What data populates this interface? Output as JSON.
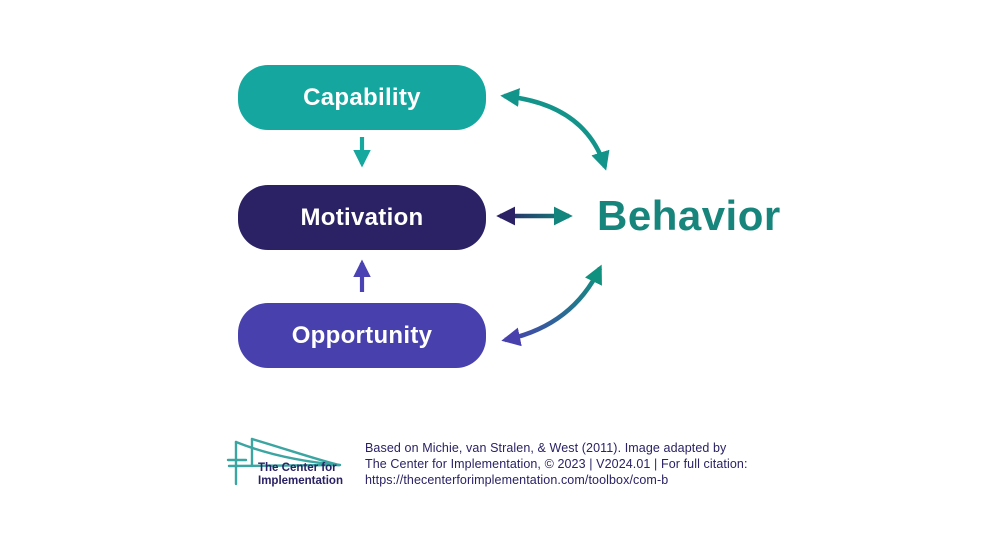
{
  "diagram": {
    "title_concept": "COM-B model",
    "boxes": [
      {
        "id": "capability",
        "label": "Capability",
        "color": "#15A79F"
      },
      {
        "id": "motivation",
        "label": "Motivation",
        "color": "#2A2264"
      },
      {
        "id": "opportunity",
        "label": "Opportunity",
        "color": "#4841AD"
      }
    ],
    "behavior_label": "Behavior",
    "behavior_color": "#17857B",
    "arrows": [
      {
        "name": "capability-to-motivation",
        "type": "single-down",
        "color": "#16A79E"
      },
      {
        "name": "opportunity-to-motivation",
        "type": "single-up",
        "color": "#4B43B4"
      },
      {
        "name": "capability-behavior",
        "type": "double-curved",
        "color": "#13948A"
      },
      {
        "name": "motivation-behavior",
        "type": "double-straight",
        "color_start": "#2A2264",
        "color_end": "#14857C"
      },
      {
        "name": "opportunity-behavior",
        "type": "double-curved",
        "color_start": "#4841AD",
        "color_end": "#10907E"
      }
    ]
  },
  "footer": {
    "logo": {
      "icon": "bridge-icon",
      "icon_color": "#3BA5A1",
      "text_line1": "The Center for",
      "text_line2": "Implementation",
      "text_color": "#2A2264"
    },
    "citation_line1": "Based on Michie, van Stralen, & West (2011). Image adapted by",
    "citation_line2": "The Center for Implementation, © 2023 | V2024.01 | For full citation:",
    "citation_line3": "https://thecenterforimplementation.com/toolbox/com-b"
  }
}
